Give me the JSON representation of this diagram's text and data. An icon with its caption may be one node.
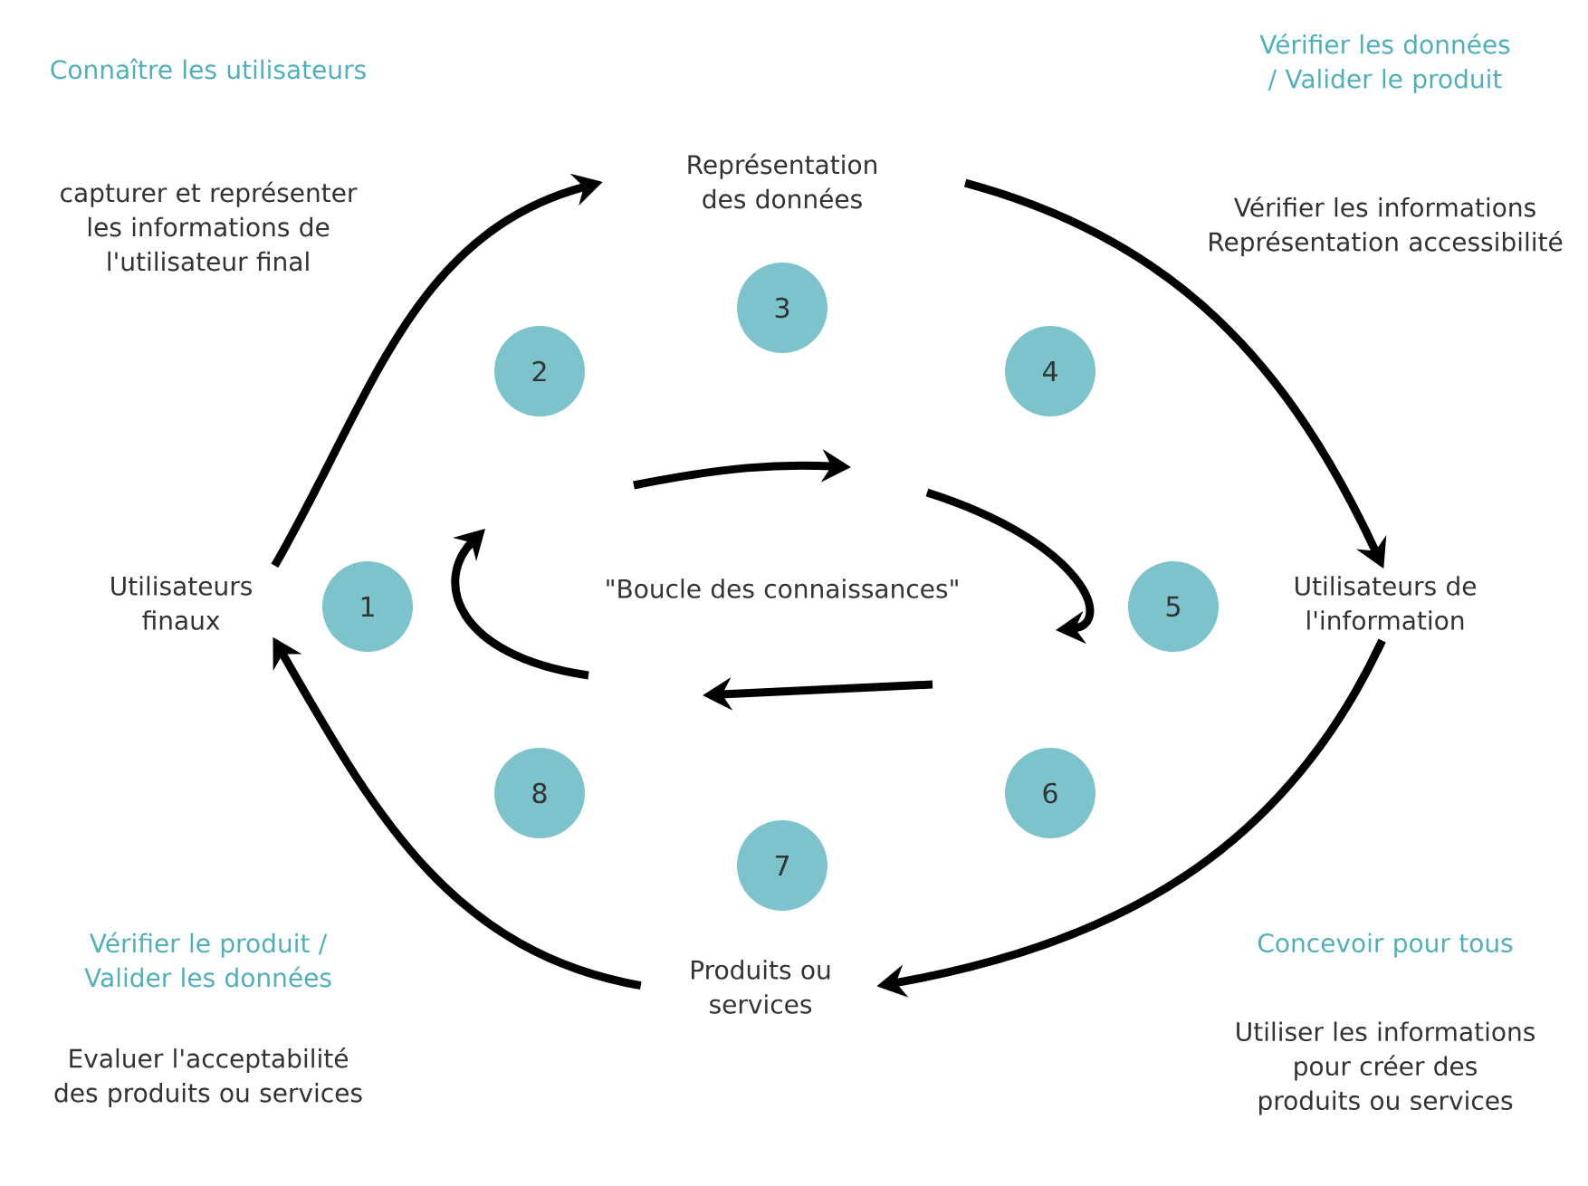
{
  "diagram": {
    "nodes": [
      {
        "text": [
          "Utilisateurs finaux"
        ]
      },
      {
        "text": [
          "Représentation des données"
        ]
      },
      {
        "text": [
          "Utilisateurs de l'information"
        ]
      },
      {
        "text": [
          "Produits ou services"
        ]
      },
      {
        "text": [
          "1"
        ]
      },
      {
        "text": [
          "2"
        ]
      },
      {
        "text": [
          "3"
        ]
      },
      {
        "text": [
          "4"
        ]
      },
      {
        "text": [
          "5"
        ]
      },
      {
        "text": [
          "6"
        ]
      },
      {
        "text": [
          "7"
        ]
      },
      {
        "text": [
          "8"
        ]
      }
    ],
    "edges": [
      {
        "from": 0,
        "to": 1,
        "arrow": "to"
      },
      {
        "from": 1,
        "to": 2,
        "arrow": "to"
      },
      {
        "from": 2,
        "to": 3,
        "arrow": "to"
      },
      {
        "from": 3,
        "to": 0,
        "arrow": "to"
      }
    ],
    "labels": [
      "Connaître les utilisateurs",
      "Vérifier les données / Valider le produit",
      "capturer et représenter les informations de l'utilisateur final",
      "Vérifier les informations Représentation accessibilité",
      "\"Boucle des connaissances\"",
      "Vérifier le produit / Valider les données",
      "Concevoir pour tous",
      "Evaluer l'acceptabilité des produits ou services",
      "Utiliser les informations pour créer des produits ou services"
    ]
  }
}
